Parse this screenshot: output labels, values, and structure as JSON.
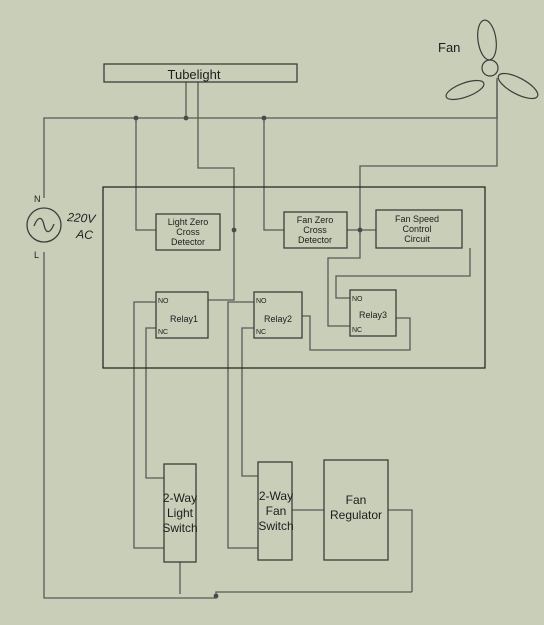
{
  "fan_label": "Fan",
  "tubelight_label": "Tubelight",
  "source": {
    "n_label": "N",
    "l_label": "L",
    "voltage_line1": "220V",
    "voltage_line2": "AC"
  },
  "light_zcd": [
    "Light Zero",
    "Cross",
    "Detector"
  ],
  "fan_zcd": [
    "Fan Zero",
    "Cross",
    "Detector"
  ],
  "speed_circuit": [
    "Fan Speed",
    "Control",
    "Circuit"
  ],
  "relay1": {
    "label": "Relay1",
    "no": "NO",
    "nc": "NC"
  },
  "relay2": {
    "label": "Relay2",
    "no": "NO",
    "nc": "NC"
  },
  "relay3": {
    "label": "Relay3",
    "no": "NO",
    "nc": "NC"
  },
  "light_switch": [
    "2-Way",
    "Light",
    "Switch"
  ],
  "fan_switch": [
    "2-Way",
    "Fan",
    "Switch"
  ],
  "fan_regulator": [
    "Fan",
    "Regulator"
  ],
  "colors": {
    "paper": "#c9ceb9",
    "pencil": "#5a5a58",
    "ink": "#1d1d1d"
  }
}
